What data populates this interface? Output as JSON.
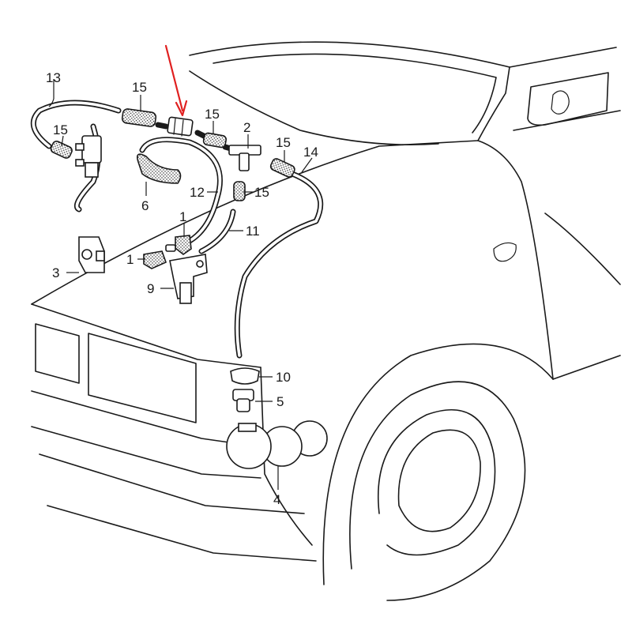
{
  "colors": {
    "ink": "#1a1a1a",
    "arrow": "#e02020",
    "background": "#ffffff"
  },
  "labels": {
    "p13": "13",
    "p15_a": "15",
    "p15_b": "15",
    "p15_c": "15",
    "p15_d": "15",
    "p15_e": "15",
    "p2": "2",
    "p14": "14",
    "p6": "6",
    "p12": "12",
    "p1_a": "1",
    "p1_b": "1",
    "p11": "11",
    "p3": "3",
    "p9": "9",
    "p10": "10",
    "p5": "5",
    "p4": "4"
  },
  "highlight": {
    "icon": "red-arrow-icon",
    "target_part": "check-valve"
  }
}
